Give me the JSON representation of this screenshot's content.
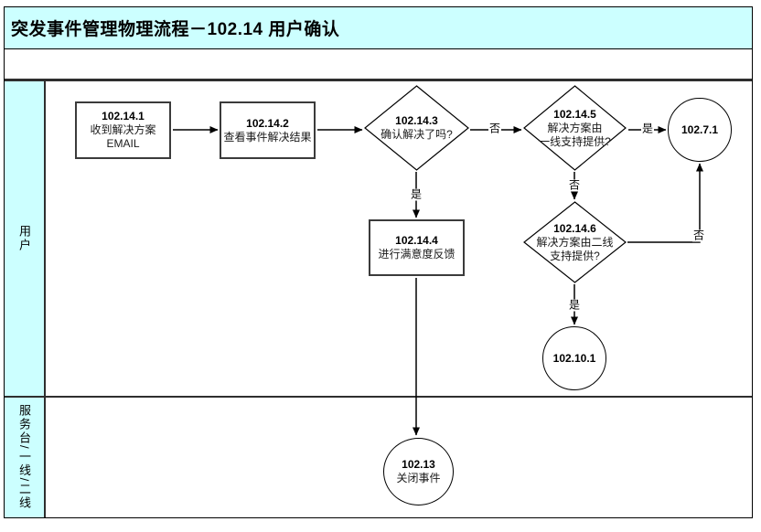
{
  "title": "突发事件管理物理流程－102.14 用户确认",
  "lanes": [
    {
      "label": "用户"
    },
    {
      "label": "服务台/一线/二线"
    }
  ],
  "nodes": {
    "receive_email": {
      "type": "process",
      "lines": [
        "102.14.1",
        "收到解决方案",
        "EMAIL"
      ]
    },
    "view_result": {
      "type": "process",
      "lines": [
        "102.14.2",
        "查看事件解决结果"
      ]
    },
    "confirm_resolved": {
      "type": "decision",
      "lines": [
        "102.14.3",
        "确认解决了吗?"
      ]
    },
    "feedback": {
      "type": "process",
      "lines": [
        "102.14.4",
        "进行满意度反馈"
      ]
    },
    "first_line_provided": {
      "type": "decision",
      "lines": [
        "102.14.5",
        "解决方案由",
        "一线支持提供?"
      ]
    },
    "second_line_provided": {
      "type": "decision",
      "lines": [
        "102.14.6",
        "解决方案由二线",
        "支持提供?"
      ]
    },
    "ref_102_7_1": {
      "type": "connector",
      "lines": [
        "102.7.1"
      ]
    },
    "ref_102_10_1": {
      "type": "connector",
      "lines": [
        "102.10.1"
      ]
    },
    "close_incident": {
      "type": "connector",
      "lines": [
        "102.13",
        "关闭事件"
      ]
    }
  },
  "edge_labels": {
    "confirm_no": "否",
    "confirm_yes": "是",
    "firstline_yes": "是",
    "firstline_no": "否",
    "secondline_no": "否",
    "secondline_yes": "是"
  },
  "colors": {
    "lane_fill": "#ccffff",
    "line": "#000000",
    "node_fill": "#ffffff"
  }
}
